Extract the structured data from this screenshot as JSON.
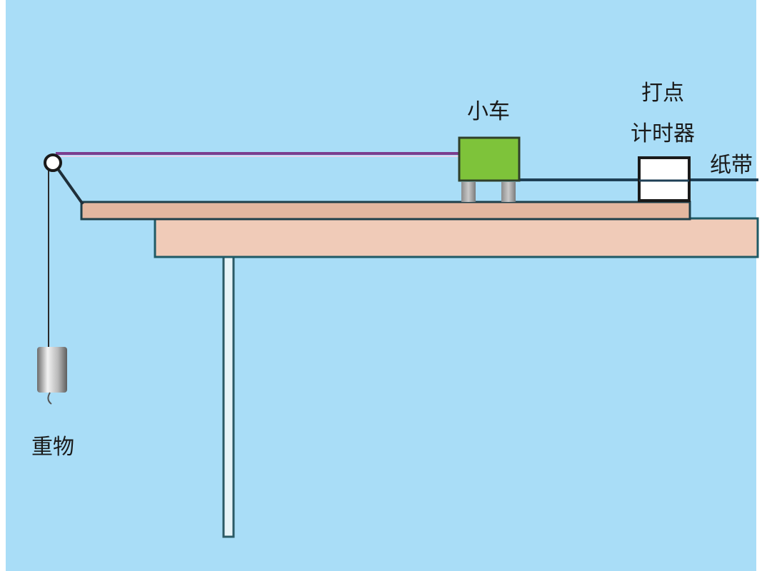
{
  "labels": {
    "cart": "小车",
    "timer_line1": "打点",
    "timer_line2": "计时器",
    "tape": "纸带",
    "weight": "重物"
  },
  "colors": {
    "background": "#a9ddf7",
    "board": "#e4b7a0",
    "table": "#f0cbb8",
    "cart": "#7ec33a",
    "string": "#7b3d8f",
    "outline": "#1f3f4a"
  }
}
